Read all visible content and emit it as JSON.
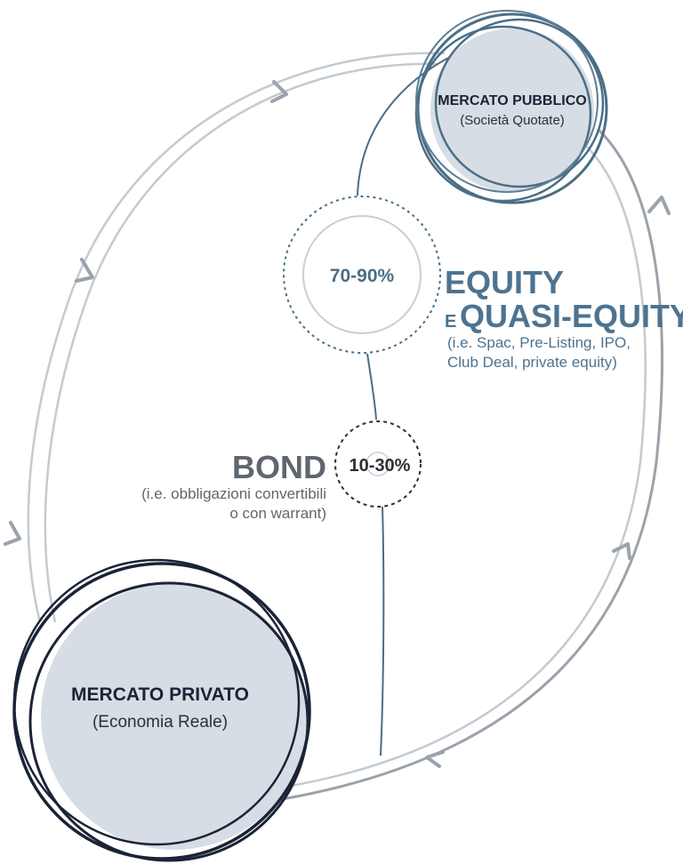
{
  "colors": {
    "dark_navy": "#1b2336",
    "slate_blue": "#4a6e86",
    "grey_ring": "#9aa2ab",
    "light_grey": "#c9cfd6",
    "fill_grey": "#d7dde4",
    "text_dark": "#2b2f36",
    "text_grey": "#5f6670",
    "accent_blue": "#4d7390"
  },
  "nodes": {
    "public_market": {
      "title": "MERCATO PUBBLICO",
      "subtitle": "(Società Quotate)"
    },
    "private_market": {
      "title": "MERCATO PRIVATO",
      "subtitle": "(Economia Reale)"
    }
  },
  "flows": {
    "equity": {
      "percent": "70-90%",
      "heading_line1": "EQUITY",
      "heading_prefix": "E",
      "heading_line2": "QUASI-EQUITY",
      "detail_line1": "(i.e. Spac, Pre-Listing, IPO,",
      "detail_line2": "Club Deal, private equity)"
    },
    "bond": {
      "percent": "10-30%",
      "heading": "BOND",
      "detail_line1": "(i.e. obbligazioni convertibili",
      "detail_line2": "o con warrant)"
    }
  },
  "icons": {
    "arrowheads": "chevron-arrow-icon"
  }
}
